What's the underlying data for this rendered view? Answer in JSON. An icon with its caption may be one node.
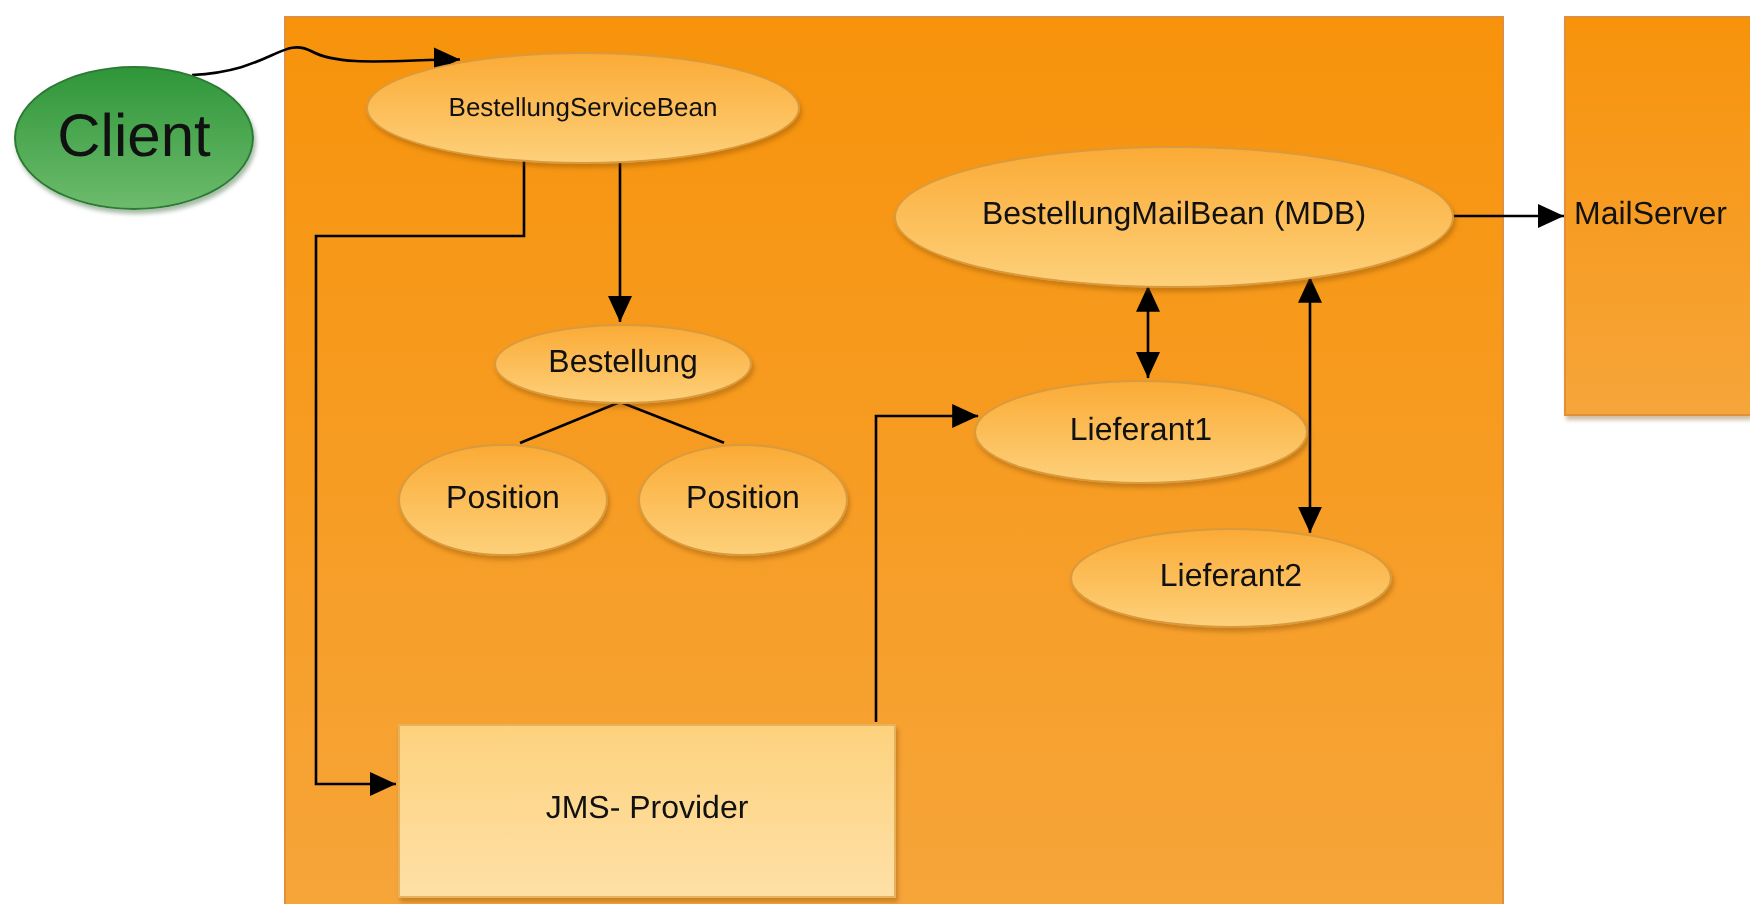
{
  "diagram": {
    "nodes": [
      {
        "text": [
          "Client"
        ]
      },
      {
        "text": [],
        "shape": "box"
      },
      {
        "text": [
          "BestellungServiceBean"
        ],
        "in": 1
      },
      {
        "text": [
          "Bestellung"
        ],
        "in": 1
      },
      {
        "text": [
          "Position"
        ],
        "in": 1
      },
      {
        "text": [
          "Position"
        ],
        "in": 1
      },
      {
        "text": [
          "BestellungMailBean (MDB)"
        ],
        "in": 1
      },
      {
        "text": [
          "Lieferant1"
        ],
        "in": 1
      },
      {
        "text": [
          "Lieferant2"
        ],
        "in": 1
      },
      {
        "text": [
          "JMS- Provider"
        ],
        "in": 1
      },
      {
        "text": [
          "MailServer"
        ]
      }
    ],
    "edges": [
      {
        "from": 0,
        "to": 2,
        "arrow": "to"
      },
      {
        "from": 2,
        "to": 3,
        "arrow": "to"
      },
      {
        "from": 3,
        "to": 4,
        "arrow": "none"
      },
      {
        "from": 3,
        "to": 5,
        "arrow": "none"
      },
      {
        "from": 2,
        "to": 9,
        "arrow": "to"
      },
      {
        "from": 9,
        "to": 7,
        "arrow": "to"
      },
      {
        "from": 6,
        "to": 7,
        "arrow": "both"
      },
      {
        "from": 6,
        "to": 8,
        "arrow": "both"
      },
      {
        "from": 6,
        "to": 10,
        "arrow": "to"
      }
    ]
  }
}
